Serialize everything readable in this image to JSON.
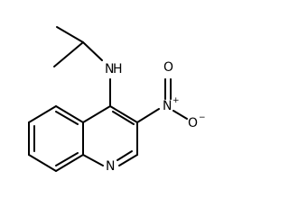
{
  "molecule": {
    "atoms": {
      "amine_n": "N",
      "amine_h": "H",
      "nitro_n": "N",
      "nitro_n_charge": "+",
      "nitro_o_top": "O",
      "nitro_o_right": "O",
      "nitro_o_charge": "−",
      "ring_n": "N"
    }
  }
}
